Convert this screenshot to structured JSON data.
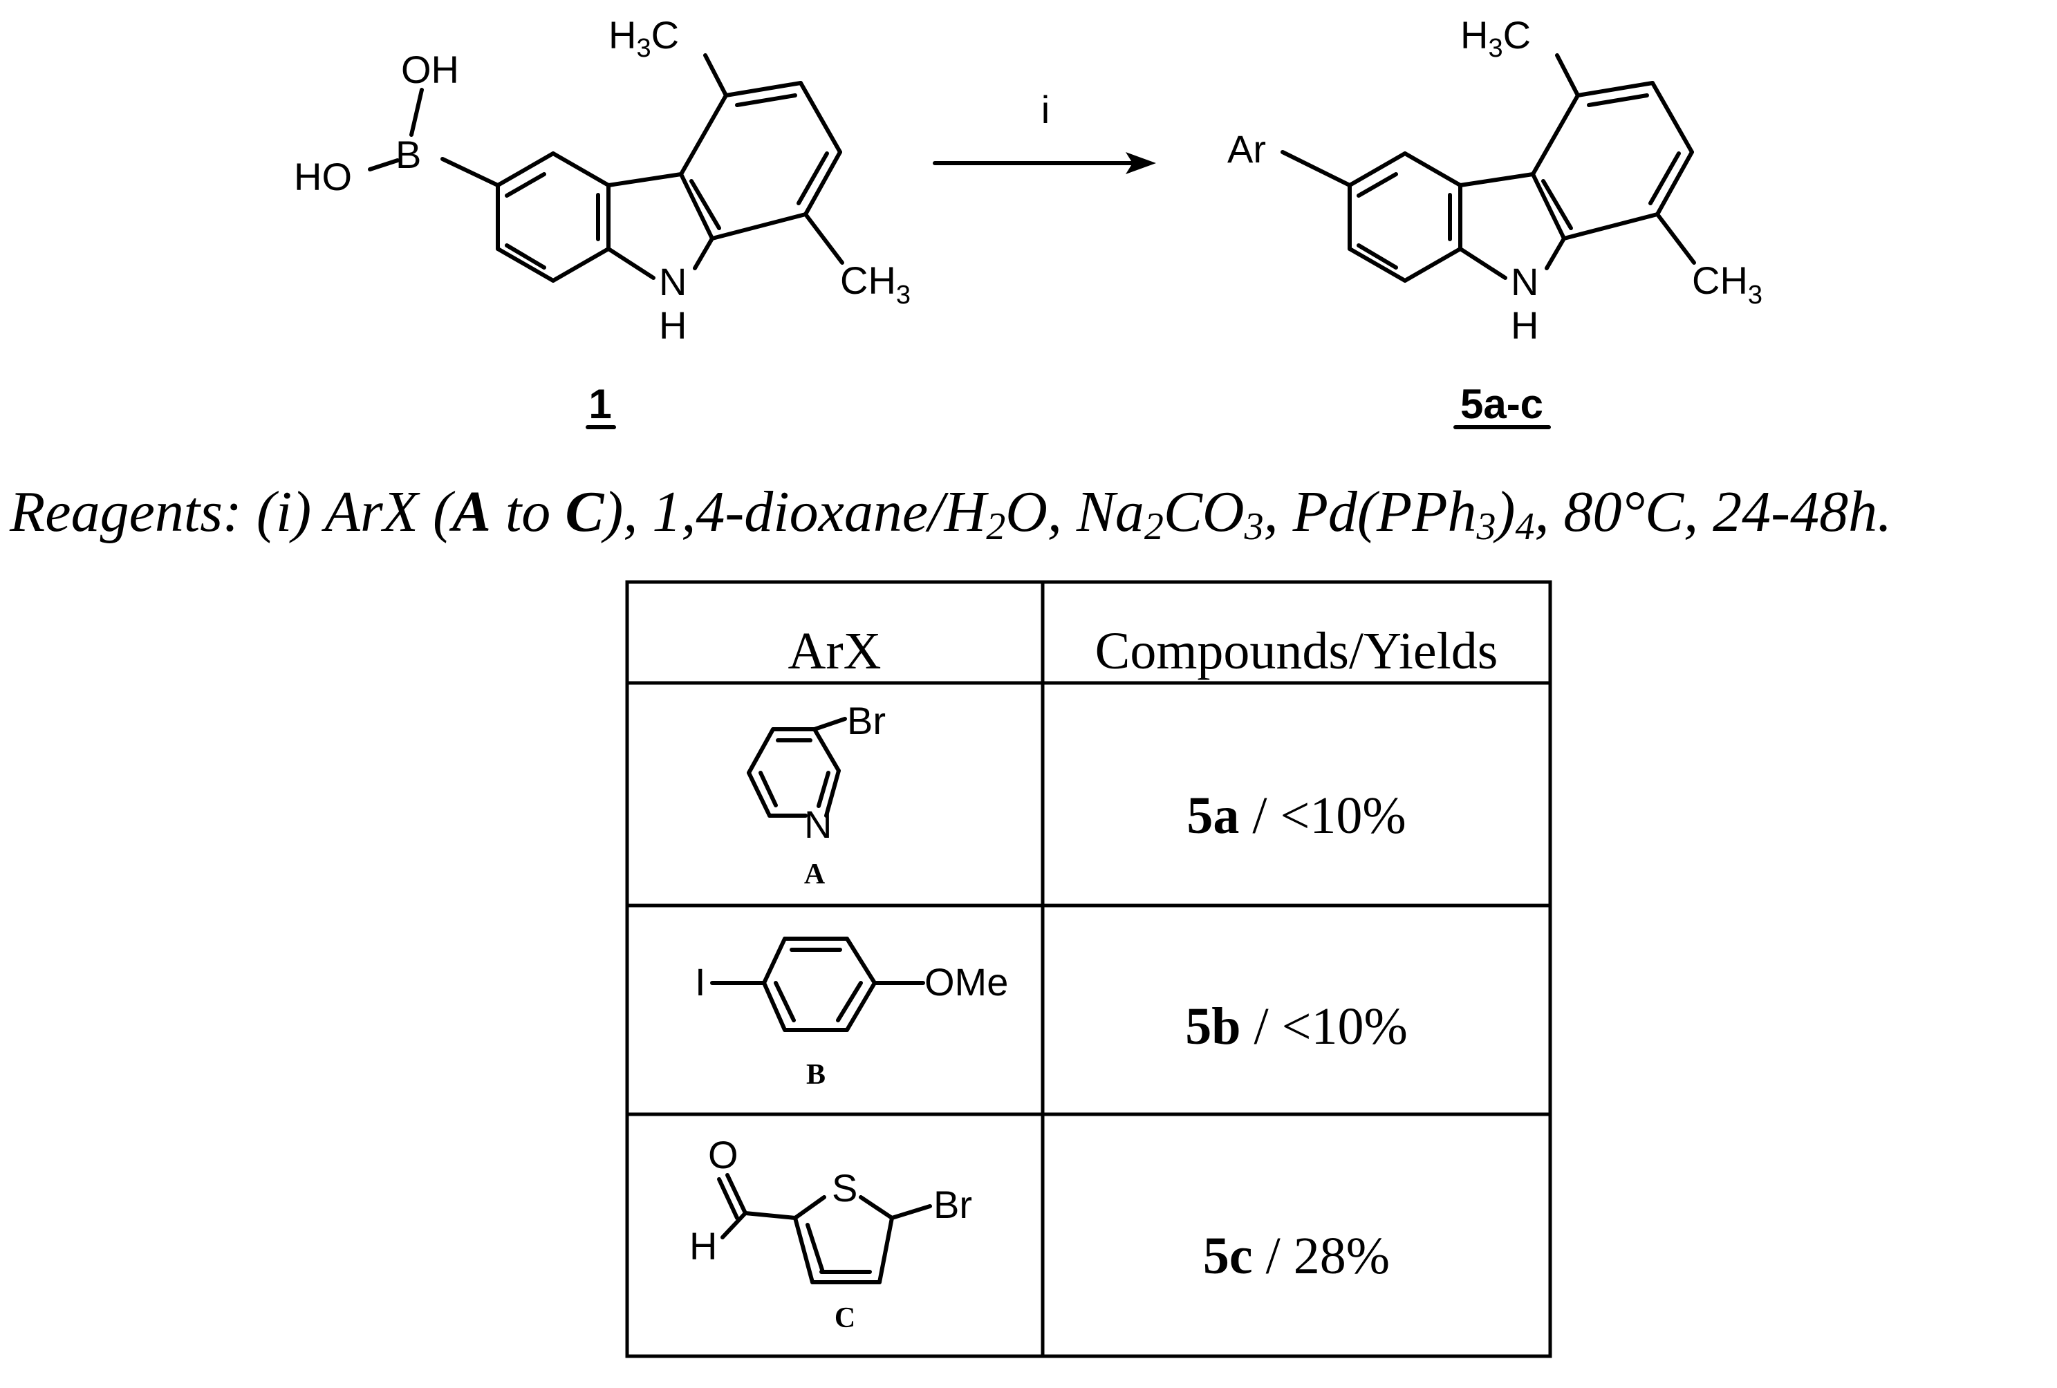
{
  "reaction": {
    "starting_material": {
      "label": "1",
      "atoms": {
        "oh_top": "OH",
        "ho_left": "HO",
        "boron": "B",
        "nh_n": "N",
        "nh_h": "H",
        "methyl_top": "H",
        "methyl_top_sub": "3",
        "methyl_top_c": "C",
        "methyl_right": "CH",
        "methyl_right_sub": "3"
      }
    },
    "arrow_label": "i",
    "product": {
      "label": "5a-c",
      "atoms": {
        "ar": "Ar",
        "nh_n": "N",
        "nh_h": "H",
        "methyl_top": "H",
        "methyl_top_sub": "3",
        "methyl_top_c": "C",
        "methyl_right": "CH",
        "methyl_right_sub": "3"
      }
    }
  },
  "conditions": {
    "prefix": "Reagents: (i) ArX (",
    "a": "A",
    "to": " to ",
    "c": "C",
    "p1": "), 1,4-dioxane/H",
    "s1": "2",
    "p2": "O, Na",
    "s2": "2",
    "p3": "CO",
    "s3": "3",
    "p4": ", Pd(PPh",
    "s4": "3",
    "p5": ")",
    "s5": "4",
    "p6": ", 80°C, 24-48h."
  },
  "table": {
    "headers": [
      "ArX",
      "Compounds/Yields"
    ],
    "rows": [
      {
        "tag": "A",
        "atoms": {
          "x": "Br",
          "n": "N"
        },
        "compound": "5a",
        "yield": " / <10%"
      },
      {
        "tag": "B",
        "atoms": {
          "x": "I",
          "sub": "OMe"
        },
        "compound": "5b",
        "yield": " / <10%"
      },
      {
        "tag": "C",
        "atoms": {
          "x": "Br",
          "s": "S",
          "o": "O",
          "h": "H"
        },
        "compound": "5c",
        "yield": " / 28%"
      }
    ]
  }
}
